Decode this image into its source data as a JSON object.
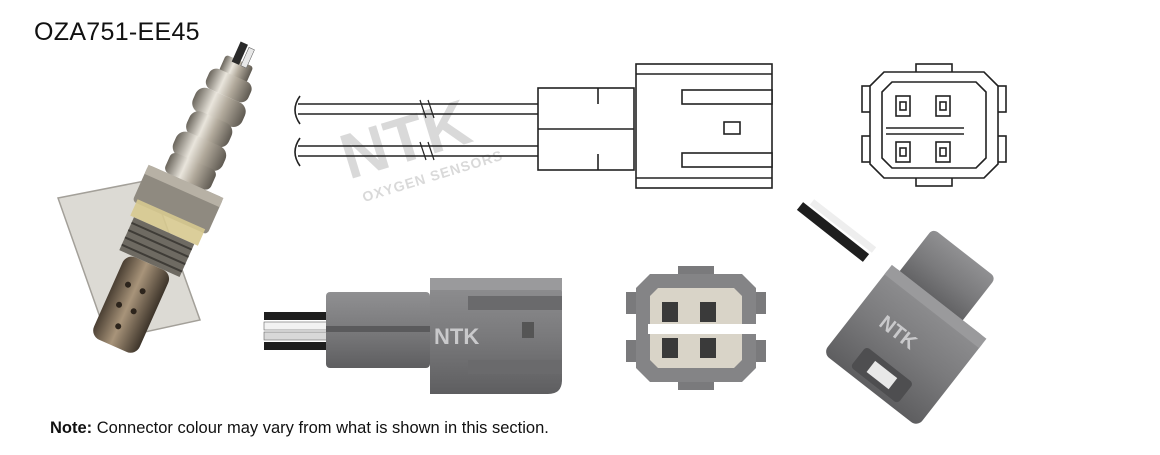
{
  "part_number": "OZA751-EE45",
  "note": {
    "label": "Note:",
    "text": " Connector colour may vary from what is shown in this section."
  },
  "watermark": {
    "brand": "NTK",
    "subtitle": "OXYGEN SENSORS"
  },
  "connector_logo": "NTK",
  "colors": {
    "connector_gray": "#7d7d7f",
    "line_drawing": "#222222",
    "sensor_metal": "#b9b2a6"
  }
}
